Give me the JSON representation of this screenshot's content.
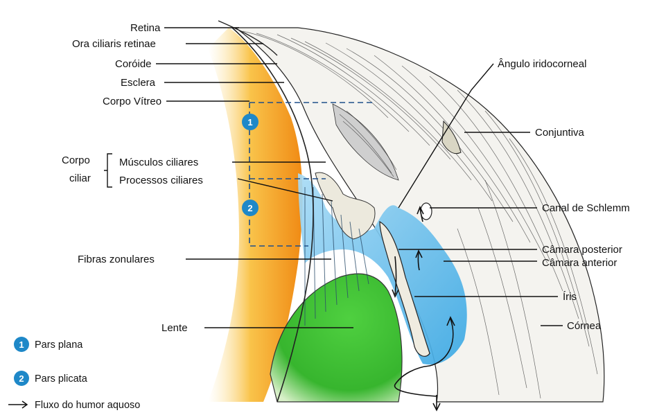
{
  "labels": {
    "retina": "Retina",
    "ora": "Ora ciliaris retinae",
    "coroide": "Coróide",
    "esclera": "Esclera",
    "corpo_vitreo": "Corpo Vítreo",
    "corpo_ciliar_1": "Corpo",
    "corpo_ciliar_2": "ciliar",
    "musculos": "Músculos ciliares",
    "processos": "Processos ciliares",
    "fibras": "Fibras zonulares",
    "lente": "Lente",
    "angulo": "Ângulo iridocorneal",
    "conjuntiva": "Conjuntiva",
    "schlemm": "Canal de Schlemm",
    "camara_posterior": "Câmara posterior",
    "camara_anterior": "Câmara anterior",
    "iris": "Íris",
    "cornea": "Córnea"
  },
  "legend": {
    "item1_num": "1",
    "item1": "Pars plana",
    "item2_num": "2",
    "item2": "Pars plicata",
    "item3": "Fluxo do humor aquoso"
  },
  "markers": {
    "m1": "1",
    "m2": "2"
  },
  "colors": {
    "choroid": "#f2a31e",
    "aqueous": "#5bb8e8",
    "lens": "#3fbf3a",
    "marker": "#1e88c8",
    "dashed": "#1f4f8a"
  }
}
